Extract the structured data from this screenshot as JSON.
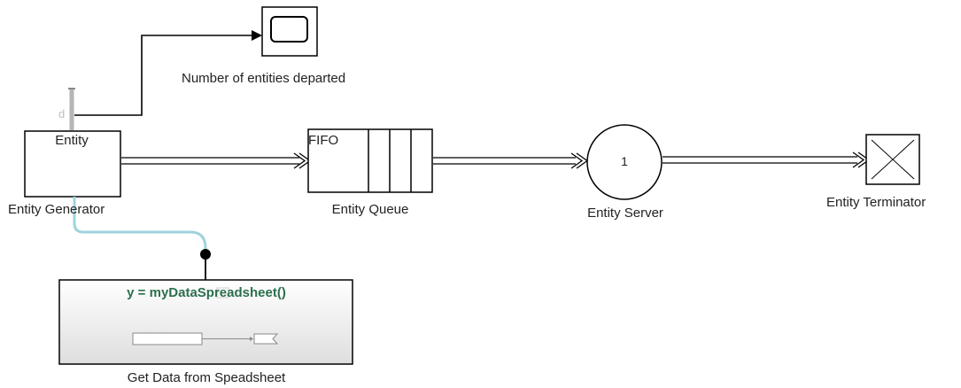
{
  "blocks": {
    "scope": {
      "label": "Number of entities departed",
      "icon": "scope-icon"
    },
    "generator": {
      "inner": "Entity",
      "label": "Entity Generator",
      "port": "d"
    },
    "queue": {
      "inner": "FIFO",
      "label": "Entity Queue"
    },
    "server": {
      "inner": "1",
      "label": "Entity Server"
    },
    "terminator": {
      "label": "Entity Terminator",
      "icon": "x-icon"
    },
    "function": {
      "code": "y = myDataSpreadsheet()",
      "label": "Get Data from Speadsheet"
    }
  },
  "colors": {
    "line": "#000000",
    "selected_line": "#9fd3dc",
    "function_text": "#2b6f4c",
    "block_border": "#000000",
    "function_bg_top": "#ffffff",
    "function_bg_bottom": "#e6e6e6"
  }
}
